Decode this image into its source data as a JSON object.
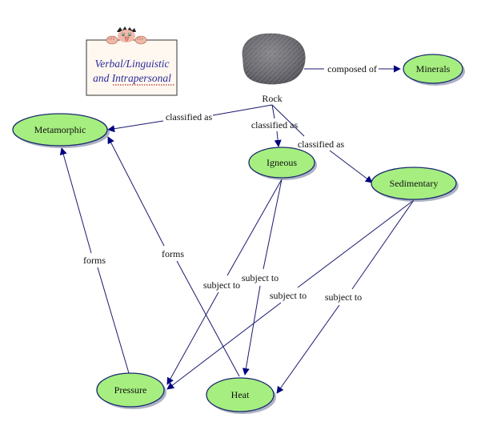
{
  "title": "Rock concept map",
  "colors": {
    "node_fill": "#a6ee80",
    "node_stroke": "#1a2a6e",
    "link": "#1a1a6e",
    "arrow": "#000080",
    "sign_fill": "#fff8f0",
    "sign_text": "#2a2a9a"
  },
  "sign": {
    "line1": "Verbal/Linguistic",
    "line2": "and Intrapersonal",
    "icon": "peeking-person-icon"
  },
  "nodes": {
    "rock": {
      "label": "Rock",
      "icon": "rock-image"
    },
    "minerals": {
      "label": "Minerals"
    },
    "metamorphic": {
      "label": "Metamorphic"
    },
    "igneous": {
      "label": "Igneous"
    },
    "sedimentary": {
      "label": "Sedimentary"
    },
    "pressure": {
      "label": "Pressure"
    },
    "heat": {
      "label": "Heat"
    }
  },
  "links": [
    {
      "from": "Rock",
      "to": "Minerals",
      "label": "composed of"
    },
    {
      "from": "Rock",
      "to": "Metamorphic",
      "label": "classified as"
    },
    {
      "from": "Rock",
      "to": "Igneous",
      "label": "classified as"
    },
    {
      "from": "Rock",
      "to": "Sedimentary",
      "label": "classified as"
    },
    {
      "from": "Pressure",
      "to": "Metamorphic",
      "label": "forms"
    },
    {
      "from": "Heat",
      "to": "Metamorphic",
      "label": "forms"
    },
    {
      "from": "Igneous",
      "to": "Pressure",
      "label": "subject to"
    },
    {
      "from": "Igneous",
      "to": "Heat",
      "label": "subject to"
    },
    {
      "from": "Sedimentary",
      "to": "Pressure",
      "label": "subject to"
    },
    {
      "from": "Sedimentary",
      "to": "Heat",
      "label": "subject to"
    }
  ]
}
